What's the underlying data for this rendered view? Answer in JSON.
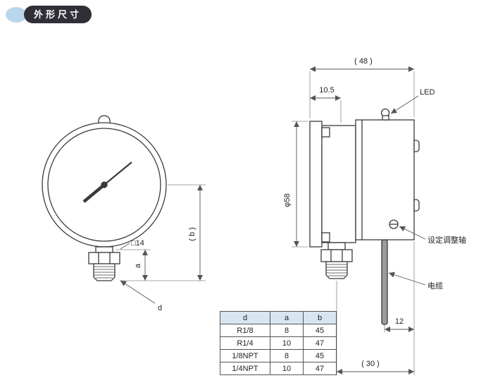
{
  "header": {
    "title": "外形尺寸"
  },
  "front_view": {
    "sq14": "□14",
    "dim_b": "( b )",
    "dim_a": "a",
    "dim_d": "d"
  },
  "side_view": {
    "dim_48": "( 48 )",
    "dim_10_5": "10.5",
    "led": "LED",
    "dia_58": "φ58",
    "adjust_shaft": "设定调整轴",
    "cable": "电缆",
    "dim_12": "12",
    "dim_30": "( 30 )"
  },
  "table": {
    "headers": [
      "d",
      "a",
      "b"
    ],
    "rows": [
      {
        "d": "R1/8",
        "a": "8",
        "b": "45"
      },
      {
        "d": "R1/4",
        "a": "10",
        "b": "47"
      },
      {
        "d": "1/8NPT",
        "a": "8",
        "b": "45"
      },
      {
        "d": "1/4NPT",
        "a": "10",
        "b": "47"
      }
    ]
  }
}
